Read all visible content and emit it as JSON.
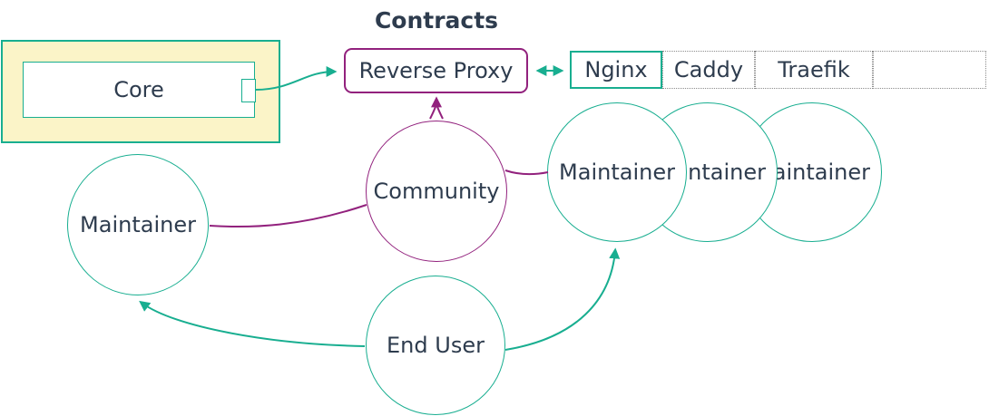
{
  "title": "Contracts",
  "colors": {
    "teal": "#18AE90",
    "purple": "#92217D",
    "text": "#2E3C4E",
    "group_fill": "#FBF4C8",
    "node_fill": "#FFFFFF",
    "placeholder_border": "#8C8C8C"
  },
  "nodes": {
    "core": {
      "label": "Core"
    },
    "reverse_proxy": {
      "label": "Reverse Proxy"
    },
    "proxy_implementations": {
      "cells": [
        {
          "label": "Nginx",
          "border": "solid-teal"
        },
        {
          "label": "Caddy",
          "border": "dotted-gray"
        },
        {
          "label": "Traefik",
          "border": "dotted-gray"
        },
        {
          "label": "",
          "border": "dotted-gray"
        }
      ]
    },
    "community": {
      "label": "Community"
    },
    "maintainer_left": {
      "label": "Maintainer"
    },
    "maintainers_right": [
      {
        "label": "Maintainer"
      },
      {
        "label": "Maintainer"
      },
      {
        "label": "Maintainer"
      }
    ],
    "end_user": {
      "label": "End User"
    }
  },
  "edges": [
    {
      "from": "Core",
      "to": "Reverse Proxy",
      "color": "teal",
      "arrow": "end"
    },
    {
      "from": "Reverse Proxy",
      "to": "Nginx",
      "color": "teal",
      "arrow": "both"
    },
    {
      "from": "Community",
      "to": "Reverse Proxy",
      "color": "purple",
      "arrow": "end"
    },
    {
      "from": "Community",
      "to": "Maintainer (left)",
      "color": "purple",
      "arrow": "none"
    },
    {
      "from": "Community",
      "to": "Maintainer (right)",
      "color": "purple",
      "arrow": "none"
    },
    {
      "from": "End User",
      "to": "Maintainer (left)",
      "color": "teal",
      "arrow": "end"
    },
    {
      "from": "End User",
      "to": "Maintainer (right)",
      "color": "teal",
      "arrow": "end"
    }
  ]
}
